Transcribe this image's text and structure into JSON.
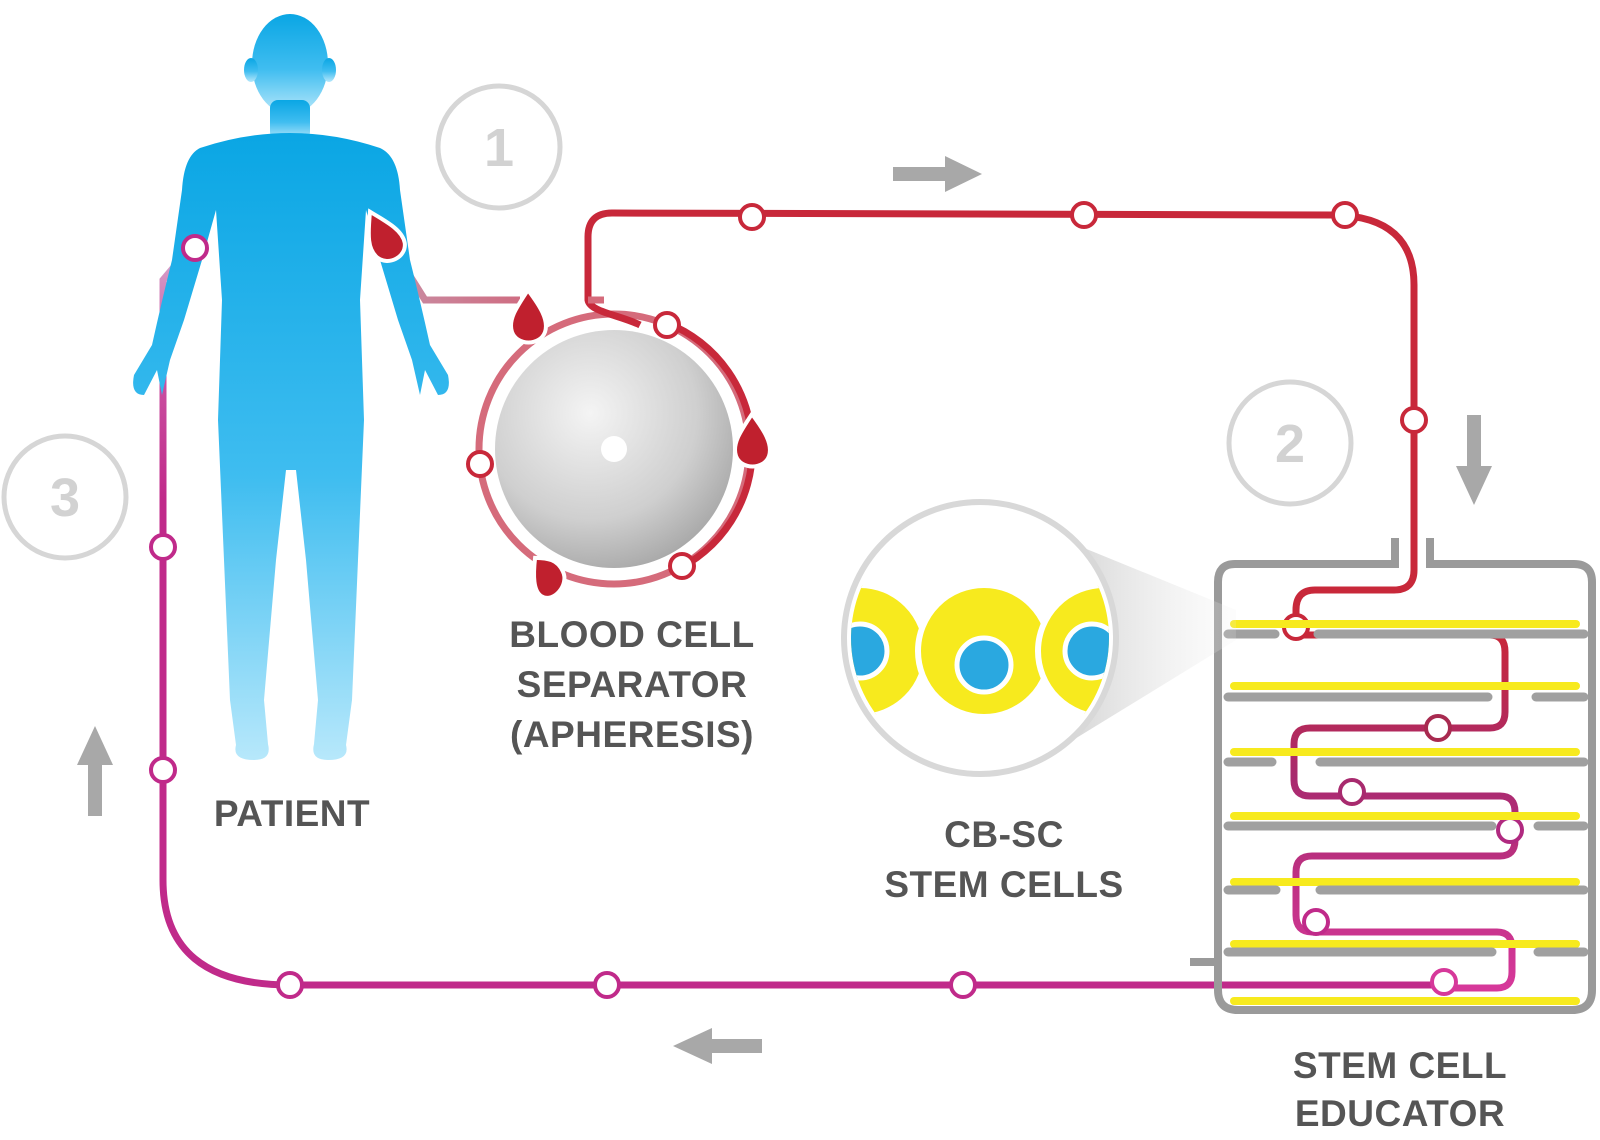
{
  "labels": {
    "patient": "PATIENT",
    "separator_line1": "BLOOD CELL",
    "separator_line2": "SEPARATOR",
    "separator_line3": "(APHERESIS)",
    "stem_cells_line1": "CB-SC",
    "stem_cells_line2": "STEM CELLS",
    "educator_line1": "STEM CELL",
    "educator_line2": "EDUCATOR"
  },
  "steps": [
    "1",
    "2",
    "3"
  ],
  "colors": {
    "body": "#1fb0e6",
    "body_light": "#a8e4fb",
    "blood_line": "#c8283a",
    "return_line": "#c02a8a",
    "drop": "#c0202e",
    "stem_yellow": "#f7ea1e",
    "stem_blue": "#2aa8e0",
    "gray_arrow": "#a8a8a8",
    "step_circle": "#d6d6d6",
    "educator_frame": "#9a9a9a"
  },
  "icons": [
    "human-figure-icon",
    "blood-drop-icon",
    "centrifuge-disc-icon",
    "flow-arrow-icon",
    "magnifier-lens-icon"
  ]
}
